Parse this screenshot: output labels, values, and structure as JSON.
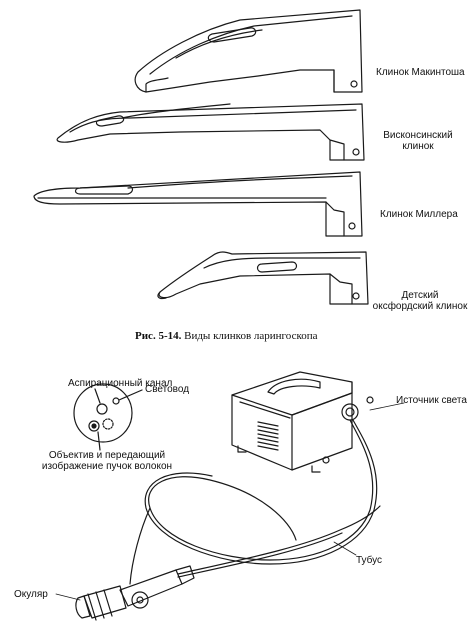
{
  "figure_top": {
    "labels": {
      "macintosh": "Клинок Макинтоша",
      "wisconsin_l1": "Висконсинский",
      "wisconsin_l2": "клинок",
      "miller": "Клинок Миллера",
      "oxford_l1": "Детский",
      "oxford_l2": "оксфордский клинок"
    },
    "caption": {
      "number": "Рис. 5-14.",
      "text": "Виды клинков ларингоскопа"
    }
  },
  "figure_bottom": {
    "labels": {
      "suction_channel": "Аспирационный канал",
      "light_guide": "Световод",
      "objective_l1": "Объектив и передающий",
      "objective_l2": "изображение пучок волокон",
      "light_source": "Источник света",
      "tube": "Тубус",
      "eyepiece": "Окуляр"
    }
  },
  "colors": {
    "line": "#1a1a1a",
    "background": "#ffffff"
  }
}
